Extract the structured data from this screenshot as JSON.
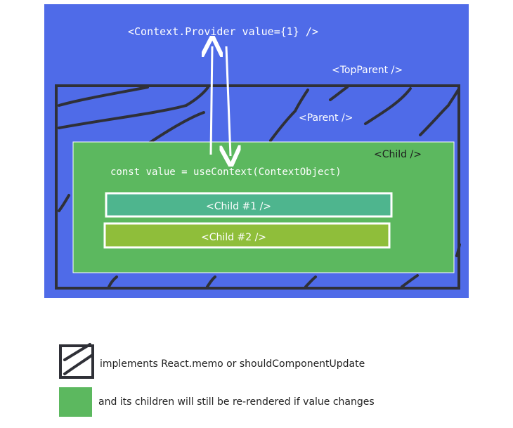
{
  "colors": {
    "top_parent_fill": "#4f6be8",
    "parent_border": "#2f3037",
    "child_fill": "#5cb85f",
    "child1_fill": "#4eb58e",
    "child2_fill": "#8fbe3a",
    "arrow": "#ffffff",
    "legend_text": "#222222"
  },
  "diagram": {
    "provider_label": "<Context.Provider value={1} />",
    "top_parent_label": "<TopParent />",
    "parent_label": "<Parent />",
    "child_label": "<Child />",
    "use_context_label": "const value = useContext(ContextObject)",
    "child1_label": "<Child #1 />",
    "child2_label": "<Child #2 />"
  },
  "legend": {
    "items": [
      {
        "swatch": "hatched-dark-border",
        "text": "implements React.memo or shouldComponentUpdate"
      },
      {
        "swatch": "green-fill",
        "text": "and its children will still be re-rendered if value changes"
      }
    ]
  }
}
